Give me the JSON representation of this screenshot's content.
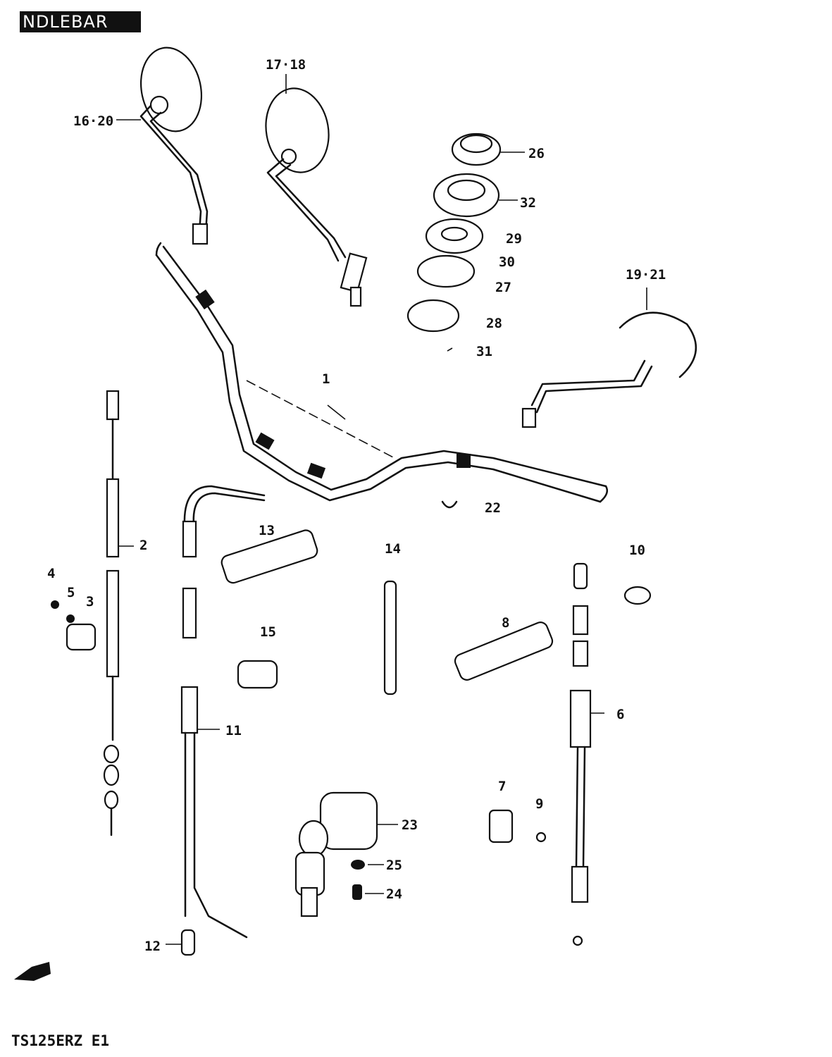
{
  "header": {
    "title": "NDLEBAR"
  },
  "footer": {
    "model": "TS125ERZ E1"
  },
  "parts": [
    {
      "key": "p1",
      "label": "1"
    },
    {
      "key": "p2",
      "label": "2"
    },
    {
      "key": "p3",
      "label": "3"
    },
    {
      "key": "p4",
      "label": "4"
    },
    {
      "key": "p5",
      "label": "5"
    },
    {
      "key": "p6",
      "label": "6"
    },
    {
      "key": "p7",
      "label": "7"
    },
    {
      "key": "p8",
      "label": "8"
    },
    {
      "key": "p9",
      "label": "9"
    },
    {
      "key": "p10",
      "label": "10"
    },
    {
      "key": "p11",
      "label": "11"
    },
    {
      "key": "p12",
      "label": "12"
    },
    {
      "key": "p13",
      "label": "13"
    },
    {
      "key": "p14",
      "label": "14"
    },
    {
      "key": "p15",
      "label": "15"
    },
    {
      "key": "p16_20",
      "label": "16·20"
    },
    {
      "key": "p17_18",
      "label": "17·18"
    },
    {
      "key": "p19_21",
      "label": "19·21"
    },
    {
      "key": "p22",
      "label": "22"
    },
    {
      "key": "p23",
      "label": "23"
    },
    {
      "key": "p24",
      "label": "24"
    },
    {
      "key": "p25",
      "label": "25"
    },
    {
      "key": "p26",
      "label": "26"
    },
    {
      "key": "p27",
      "label": "27"
    },
    {
      "key": "p28",
      "label": "28"
    },
    {
      "key": "p29",
      "label": "29"
    },
    {
      "key": "p30",
      "label": "30"
    },
    {
      "key": "p31",
      "label": "31"
    },
    {
      "key": "p32",
      "label": "32"
    }
  ]
}
